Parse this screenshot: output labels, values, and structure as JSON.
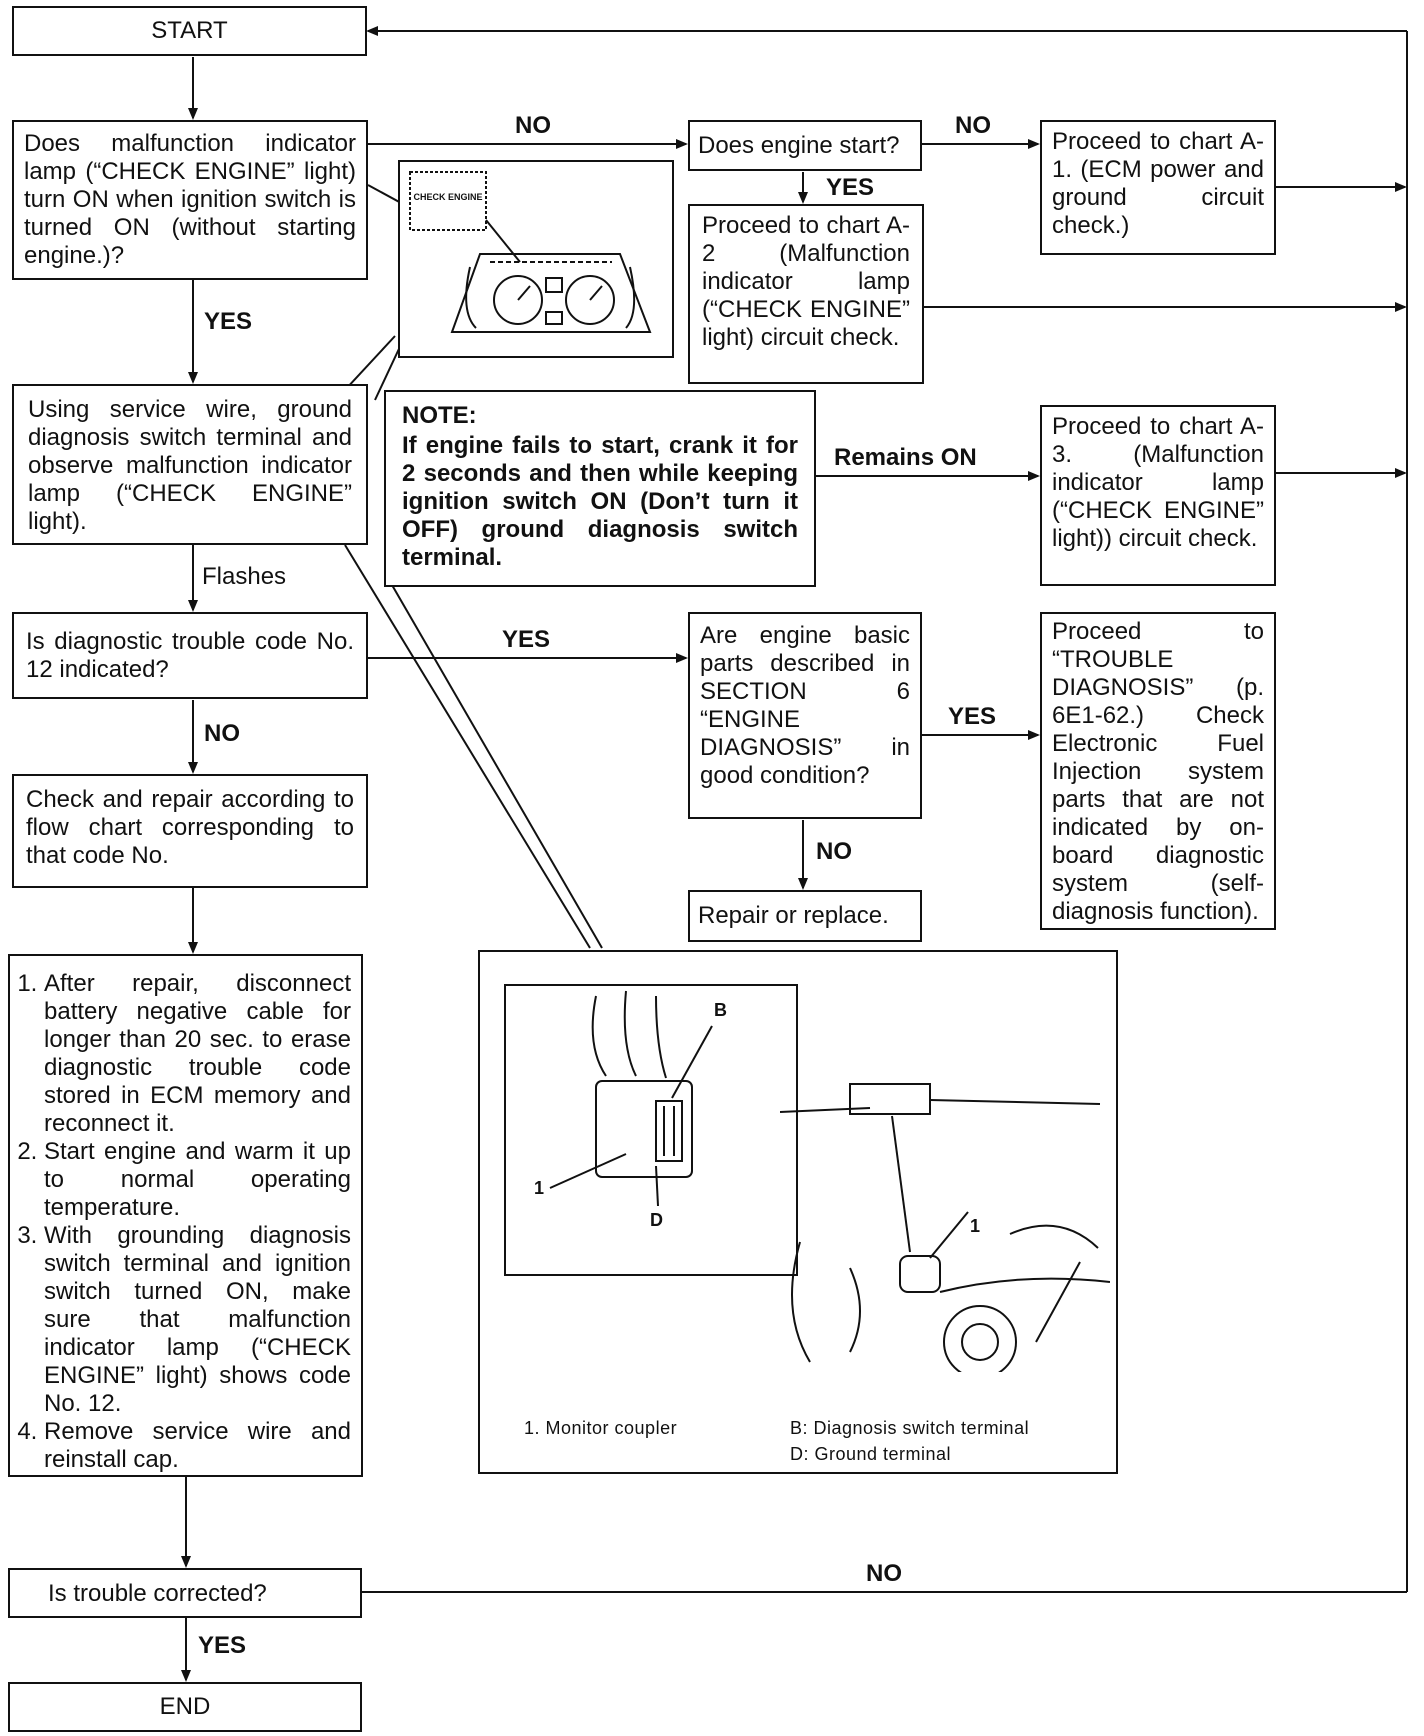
{
  "nodes": {
    "start": "START",
    "q_mil_on": "Does malfunction indicator lamp (“CHECK ENGINE” light) turn ON when ignition switch is turned ON (without starting engine.)?",
    "q_engine_start": "Does engine start?",
    "chart_a1": "Proceed to chart A-1. (ECM power and ground circuit check.)",
    "chart_a2": "Proceed to chart A-2 (Malfunction indicator lamp (“CHECK ENGINE” light) circuit check.",
    "ground_diag": "Using service wire, ground diagnosis switch terminal and observe malfunction indicator lamp (“CHECK ENGINE” light).",
    "chart_a3": "Proceed to chart A-3. (Malfunction indicator lamp (“CHECK ENGINE” light)) circuit check.",
    "q_code12": "Is diagnostic trouble code No. 12 indicated?",
    "q_basic_parts": "Are engine basic parts described in SECTION 6 “ENGINE DIAGNOSIS” in good condition?",
    "trouble_diag": "Proceed to “TROUBLE DIAGNOSIS” (p. 6E1-62.) Check Electronic Fuel Injection system parts that are not indicated by on-board diagnostic system (self-diagnosis function).",
    "repair_replace": "Repair or replace.",
    "check_repair": "Check and repair according to flow chart corresponding to that code No.",
    "q_corrected": "Is trouble corrected?",
    "end": "END"
  },
  "note": {
    "title": "NOTE:",
    "body": "If engine fails to start, crank it for 2 seconds and then while keeping ignition switch ON (Don’t turn it OFF) ground diagnosis switch terminal."
  },
  "steps": [
    "After repair, disconnect battery negative cable for longer than 20 sec. to erase diagnostic trouble code stored in ECM memory and reconnect it.",
    "Start engine and warm it up to normal operating temperature.",
    "With grounding diagnosis switch terminal and ignition switch turned ON, make sure that malfunction indicator lamp (“CHECK ENGINE” light) shows code No. 12.",
    "Remove service wire and reinstall cap."
  ],
  "edge_labels": {
    "no_1": "NO",
    "no_2": "NO",
    "yes_1": "YES",
    "yes_2": "YES",
    "remains_on": "Remains ON",
    "flashes": "Flashes",
    "yes_3": "YES",
    "yes_4": "YES",
    "no_3": "NO",
    "no_4": "NO",
    "no_5": "NO",
    "yes_5": "YES"
  },
  "figure_cluster": {
    "lamp_text": "CHECK ENGINE"
  },
  "figure_coupler": {
    "callout_b": "B",
    "callout_d": "D",
    "callout_1a": "1",
    "callout_1b": "1",
    "legend": [
      "1.  Monitor coupler",
      "B:  Diagnosis switch terminal",
      "D:  Ground terminal"
    ]
  }
}
